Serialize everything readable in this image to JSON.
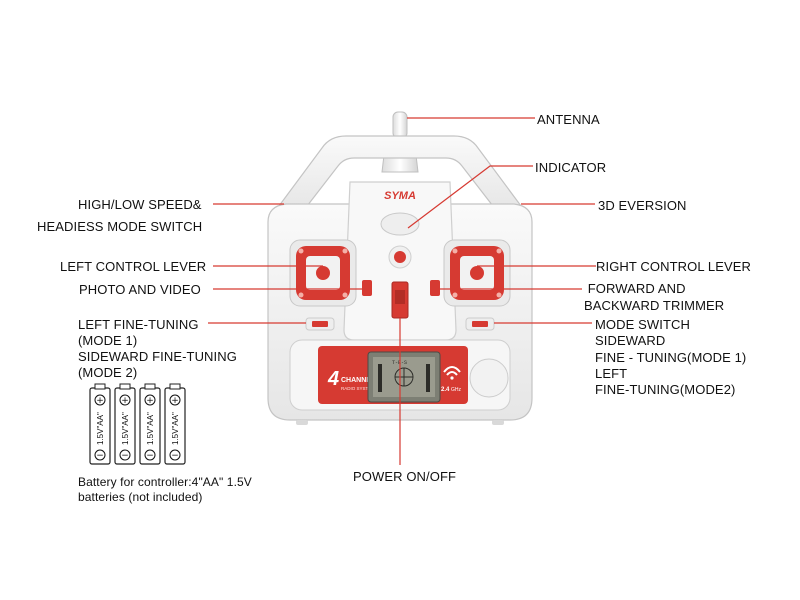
{
  "labels": {
    "antenna": "ANTENNA",
    "indicator": "INDICATOR",
    "speed_switch": [
      "HIGH/LOW SPEED&",
      "HEADIESS MODE SWITCH"
    ],
    "eversion": "3D EVERSION",
    "left_lever": "LEFT CONTROL LEVER",
    "right_lever": "RIGHT CONTROL LEVER",
    "photo_video": "PHOTO  AND VIDEO",
    "fb_trimmer": [
      " FORWARD AND",
      "BACKWARD TRIMMER"
    ],
    "left_fine": [
      "LEFT FINE-TUNING",
      "(MODE 1)",
      "SIDEWARD FINE-TUNING",
      "(MODE 2)"
    ],
    "mode_switch": [
      "MODE SWITCH",
      "SIDEWARD",
      "FINE - TUNING(MODE 1)",
      "LEFT",
      "FINE-TUNING(MODE2)"
    ],
    "power": "POWER ON/OFF"
  },
  "controller": {
    "brand": "SYMA",
    "badge_number": "4",
    "badge_text": "CHANNEL",
    "badge_subtext": "RADIO SYSTEM",
    "frequency": "2.4",
    "frequency_unit": "GHz",
    "lcd_text": "T-E-S"
  },
  "batteries": {
    "cell_label": "1.5V\"AA\"",
    "plus": "+",
    "minus": "−",
    "caption": [
      "Battery for controller:4\"AA\" 1.5V",
      "batteries (not included)"
    ]
  },
  "colors": {
    "accent_red": "#d63a32",
    "body_white": "#f4f4f4",
    "outline_gray": "#c6c6c6"
  }
}
